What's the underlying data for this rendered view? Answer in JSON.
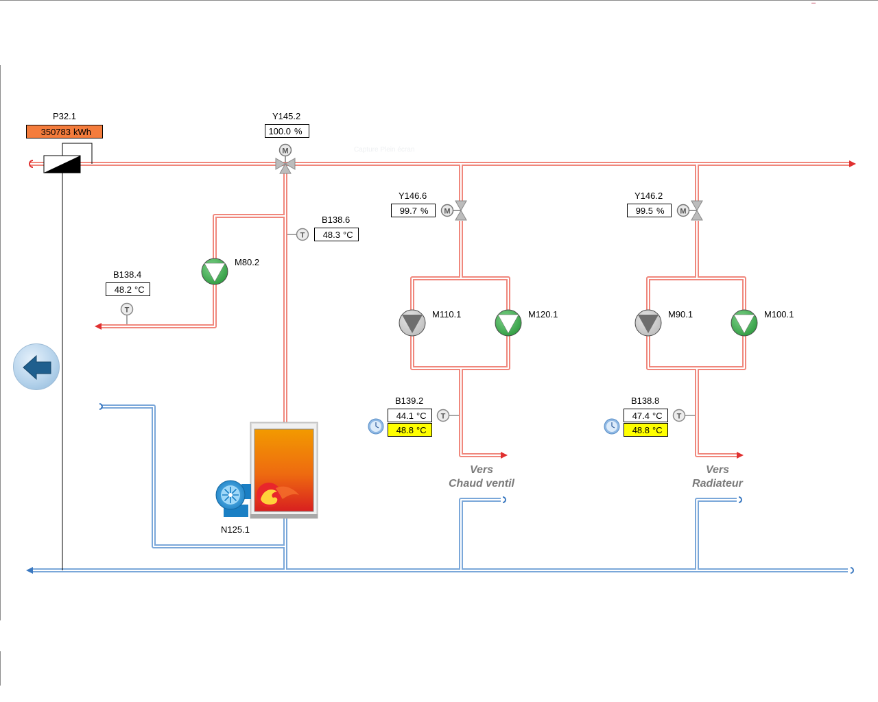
{
  "watermark": "Capture Plein écran",
  "icons": {
    "back": "arrow-left-icon",
    "temperature_sensor": "temperature-sensor-icon",
    "valve_motor": "valve-motor-icon",
    "schedule": "clock-icon",
    "boiler": "boiler-icon",
    "burner_fan": "fan-icon",
    "pump": "pump-icon",
    "heat_meter": "heat-meter-icon"
  },
  "colors": {
    "supply_pipe": "#f0877c",
    "return_pipe": "#7aa7d9",
    "pump_on": "#3aa64b",
    "pump_off": "#9e9e9e",
    "setpoint_bg": "#ffff00",
    "meter_bg": "#f47c3c"
  },
  "meter": {
    "id": "P32.1",
    "value": "350783",
    "unit": "kWh"
  },
  "valve_main": {
    "id": "Y145.2",
    "value": "100.0",
    "unit": "%"
  },
  "sensor_b1386": {
    "id": "B138.6",
    "value": "48.3",
    "unit": "°C"
  },
  "sensor_b1384": {
    "id": "B138.4",
    "value": "48.2",
    "unit": "°C"
  },
  "pump_m802": {
    "id": "M80.2",
    "state": "on"
  },
  "circuit_fan": {
    "valve": {
      "id": "Y146.6",
      "value": "99.7",
      "unit": "%"
    },
    "pump_a": {
      "id": "M110.1",
      "state": "off"
    },
    "pump_b": {
      "id": "M120.1",
      "state": "on"
    },
    "sensor": {
      "id": "B139.2",
      "value": "44.1",
      "unit": "°C",
      "setpoint": "48.8",
      "setpoint_unit": "°C"
    },
    "dest_line1": "Vers",
    "dest_line2": "Chaud ventil"
  },
  "circuit_rad": {
    "valve": {
      "id": "Y146.2",
      "value": "99.5",
      "unit": "%"
    },
    "pump_a": {
      "id": "M90.1",
      "state": "off"
    },
    "pump_b": {
      "id": "M100.1",
      "state": "on"
    },
    "sensor": {
      "id": "B138.8",
      "value": "47.4",
      "unit": "°C",
      "setpoint": "48.8",
      "setpoint_unit": "°C"
    },
    "dest_line1": "Vers",
    "dest_line2": "Radiateur"
  },
  "burner": {
    "id": "N125.1"
  }
}
